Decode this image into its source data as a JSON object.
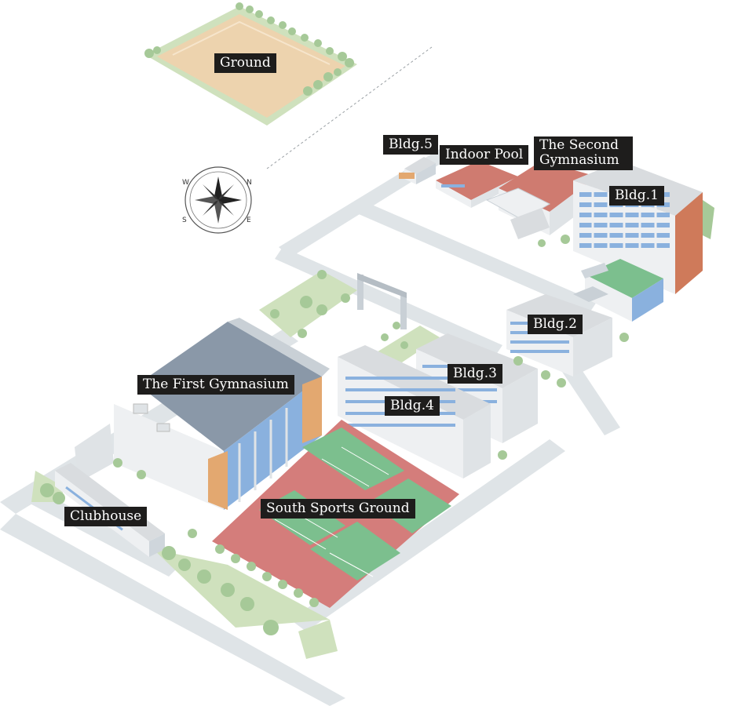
{
  "labels": {
    "ground": "Ground",
    "bldg5": "Bldg.5",
    "indoor_pool": "Indoor Pool",
    "second_gym_line1": "The Second",
    "second_gym_line2": "Gymnasium",
    "bldg1": "Bldg.1",
    "bldg2": "Bldg.2",
    "bldg3": "Bldg.3",
    "bldg4": "Bldg.4",
    "first_gym": "The First Gymnasium",
    "south_sports_ground": "South Sports Ground",
    "clubhouse": "Clubhouse"
  },
  "compass": {
    "n": "N",
    "e": "E",
    "s": "S",
    "w": "W"
  },
  "colors": {
    "road": "#dfe4e7",
    "grass": "#cfe1bd",
    "tree": "#a6c998",
    "tree_dark": "#7fae74",
    "track": "#d47d7b",
    "field": "#7cbf8e",
    "sand": "#edd3ae",
    "building_wall": "#eef0f2",
    "building_roof": "#d9dcdf",
    "window_blue": "#8ab1de",
    "brick": "#cf7a5a",
    "roof_red": "#cf7b70",
    "gym_roof": "#8a98a8",
    "orange_wall": "#e3a870"
  }
}
